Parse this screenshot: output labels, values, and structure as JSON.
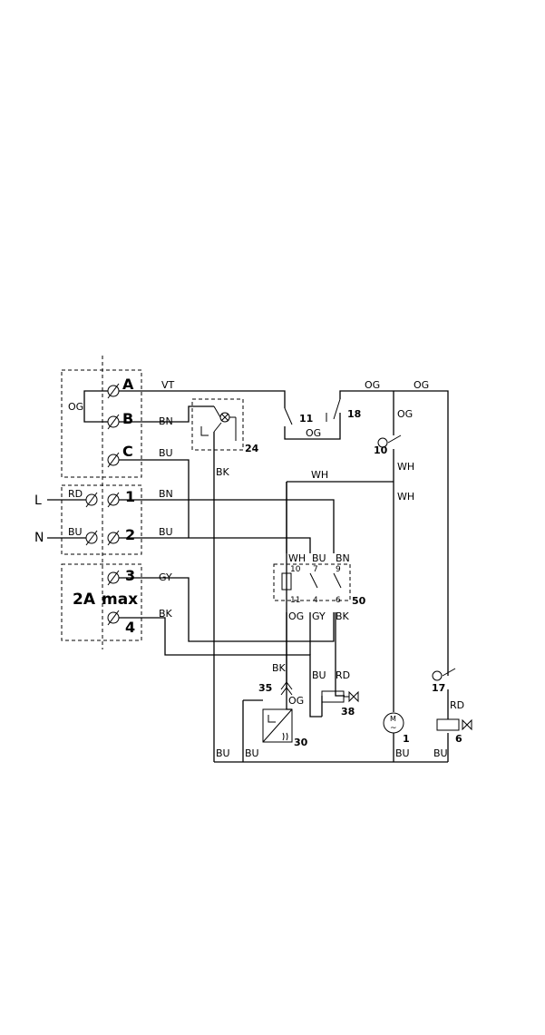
{
  "terminals": {
    "A": "A",
    "B": "B",
    "C": "C",
    "t1": "1",
    "t2": "2",
    "t3": "3",
    "t4": "4",
    "rating": "2A",
    "max": "max"
  },
  "supply": {
    "L": "L",
    "N": "N"
  },
  "wire_labels": {
    "vt": "VT",
    "bn_b": "BN",
    "bu_c": "BU",
    "bn_1": "BN",
    "bu_2": "BU",
    "gy_3": "GY",
    "bk_4": "BK",
    "og_left": "OG",
    "rd_1": "RD",
    "bu_n": "BU",
    "og_top1": "OG",
    "og_top2": "OG",
    "og_mid": "OG",
    "og_right": "OG",
    "bk_24": "BK",
    "wh_top": "WH",
    "wh_r1": "WH",
    "wh_r2": "WH",
    "r_wh": "WH",
    "r_bu": "BU",
    "r_bn": "BN",
    "r_og": "OG",
    "r_gy": "GY",
    "r_bk": "BK",
    "bk_35": "BK",
    "og_30": "OG",
    "bu_38": "BU",
    "rd_38": "RD",
    "rd_6": "RD",
    "bu_b1": "BU",
    "bu_b2": "BU",
    "bu_b3": "BU",
    "bu_b4": "BU"
  },
  "relay_pins": {
    "p10": "10",
    "p7": "7",
    "p9": "9",
    "p11": "11",
    "p4": "4",
    "p6": "6"
  },
  "components": {
    "c1": "1",
    "c6": "6",
    "c10": "10",
    "c11": "11",
    "c17": "17",
    "c18": "18",
    "c24": "24",
    "c30": "30",
    "c35": "35",
    "c38": "38",
    "c50": "50"
  },
  "symbols": {
    "motor_m": "M",
    "motor_ac": "~"
  }
}
